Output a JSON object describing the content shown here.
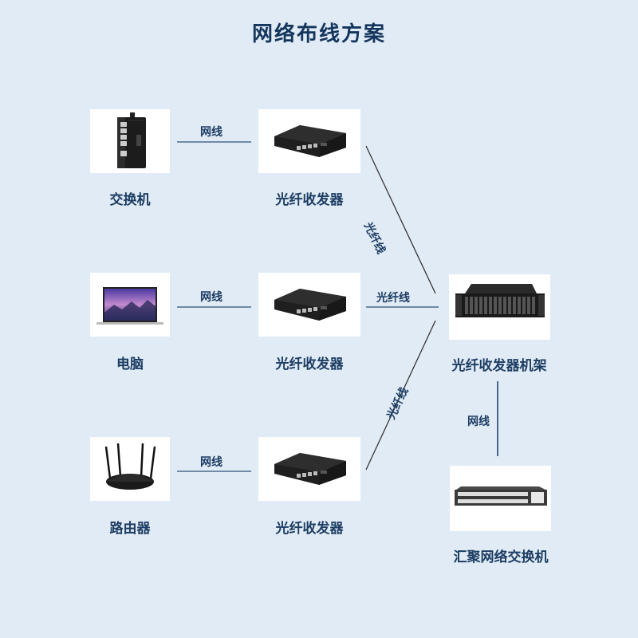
{
  "title": "网络布线方案",
  "nodes": {
    "switch": {
      "label": "交换机",
      "icon": "industrial-switch"
    },
    "laptop": {
      "label": "电脑",
      "icon": "laptop"
    },
    "router": {
      "label": "路由器",
      "icon": "wifi-router"
    },
    "transceiver_1": {
      "label": "光纤收发器",
      "icon": "fiber-media-converter"
    },
    "transceiver_2": {
      "label": "光纤收发器",
      "icon": "fiber-media-converter"
    },
    "transceiver_3": {
      "label": "光纤收发器",
      "icon": "fiber-media-converter"
    },
    "rack": {
      "label": "光纤收发器机架",
      "icon": "media-converter-rack"
    },
    "core_switch": {
      "label": "汇聚网络交换机",
      "icon": "rackmount-switch"
    }
  },
  "edges": {
    "switch_to_transceiver": "网线",
    "laptop_to_transceiver": "网线",
    "router_to_transceiver": "网线",
    "transceiver1_to_rack": "光纤线",
    "transceiver2_to_rack": "光纤线",
    "transceiver3_to_rack": "光纤线",
    "rack_to_core_switch": "网线"
  },
  "colors": {
    "background": "#e1ebf5",
    "text": "#1d3d63",
    "ethernet_line": "#4a6a8c",
    "fiber_line": "#2a2a2a"
  }
}
